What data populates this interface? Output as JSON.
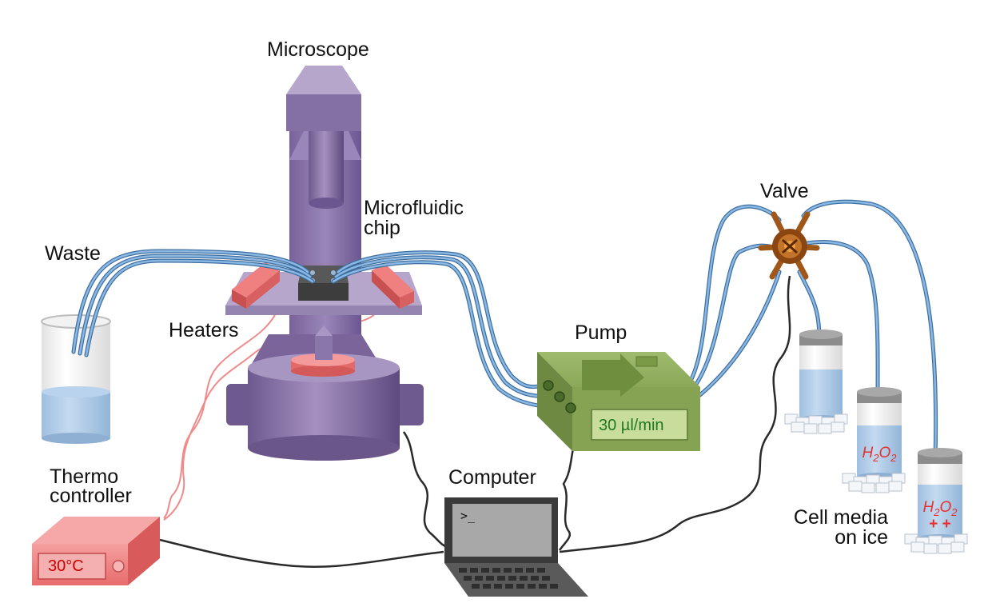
{
  "labels": {
    "microscope": "Microscope",
    "microfluidic_chip_line1": "Microfluidic",
    "microfluidic_chip_line2": "chip",
    "waste": "Waste",
    "heaters": "Heaters",
    "valve": "Valve",
    "pump": "Pump",
    "computer": "Computer",
    "thermo_line1": "Thermo",
    "thermo_line2": "controller",
    "cell_media_line1": "Cell media",
    "cell_media_line2": "on ice"
  },
  "displays": {
    "pump_rate": "30 µl/min",
    "thermo_temp": "30°C",
    "terminal_prompt": ">_"
  },
  "tubes": {
    "tube2": {
      "base": "H",
      "sub1": "2",
      "mid": "O",
      "sub2": "2"
    },
    "tube3": {
      "base": "H",
      "sub1": "2",
      "mid": "O",
      "sub2": "2",
      "extra": "+ +"
    }
  },
  "colors": {
    "microscope": "#8a74a8",
    "tubing": "#5b93c8",
    "heater": "#ec7878",
    "heater_wire": "#f08a8a",
    "pump": "#8aa858",
    "pump_text": "#1f7a1f",
    "valve": "#b5651d",
    "cable": "#222222",
    "thermo_text": "#cc0000",
    "chem_text": "#e53030"
  }
}
